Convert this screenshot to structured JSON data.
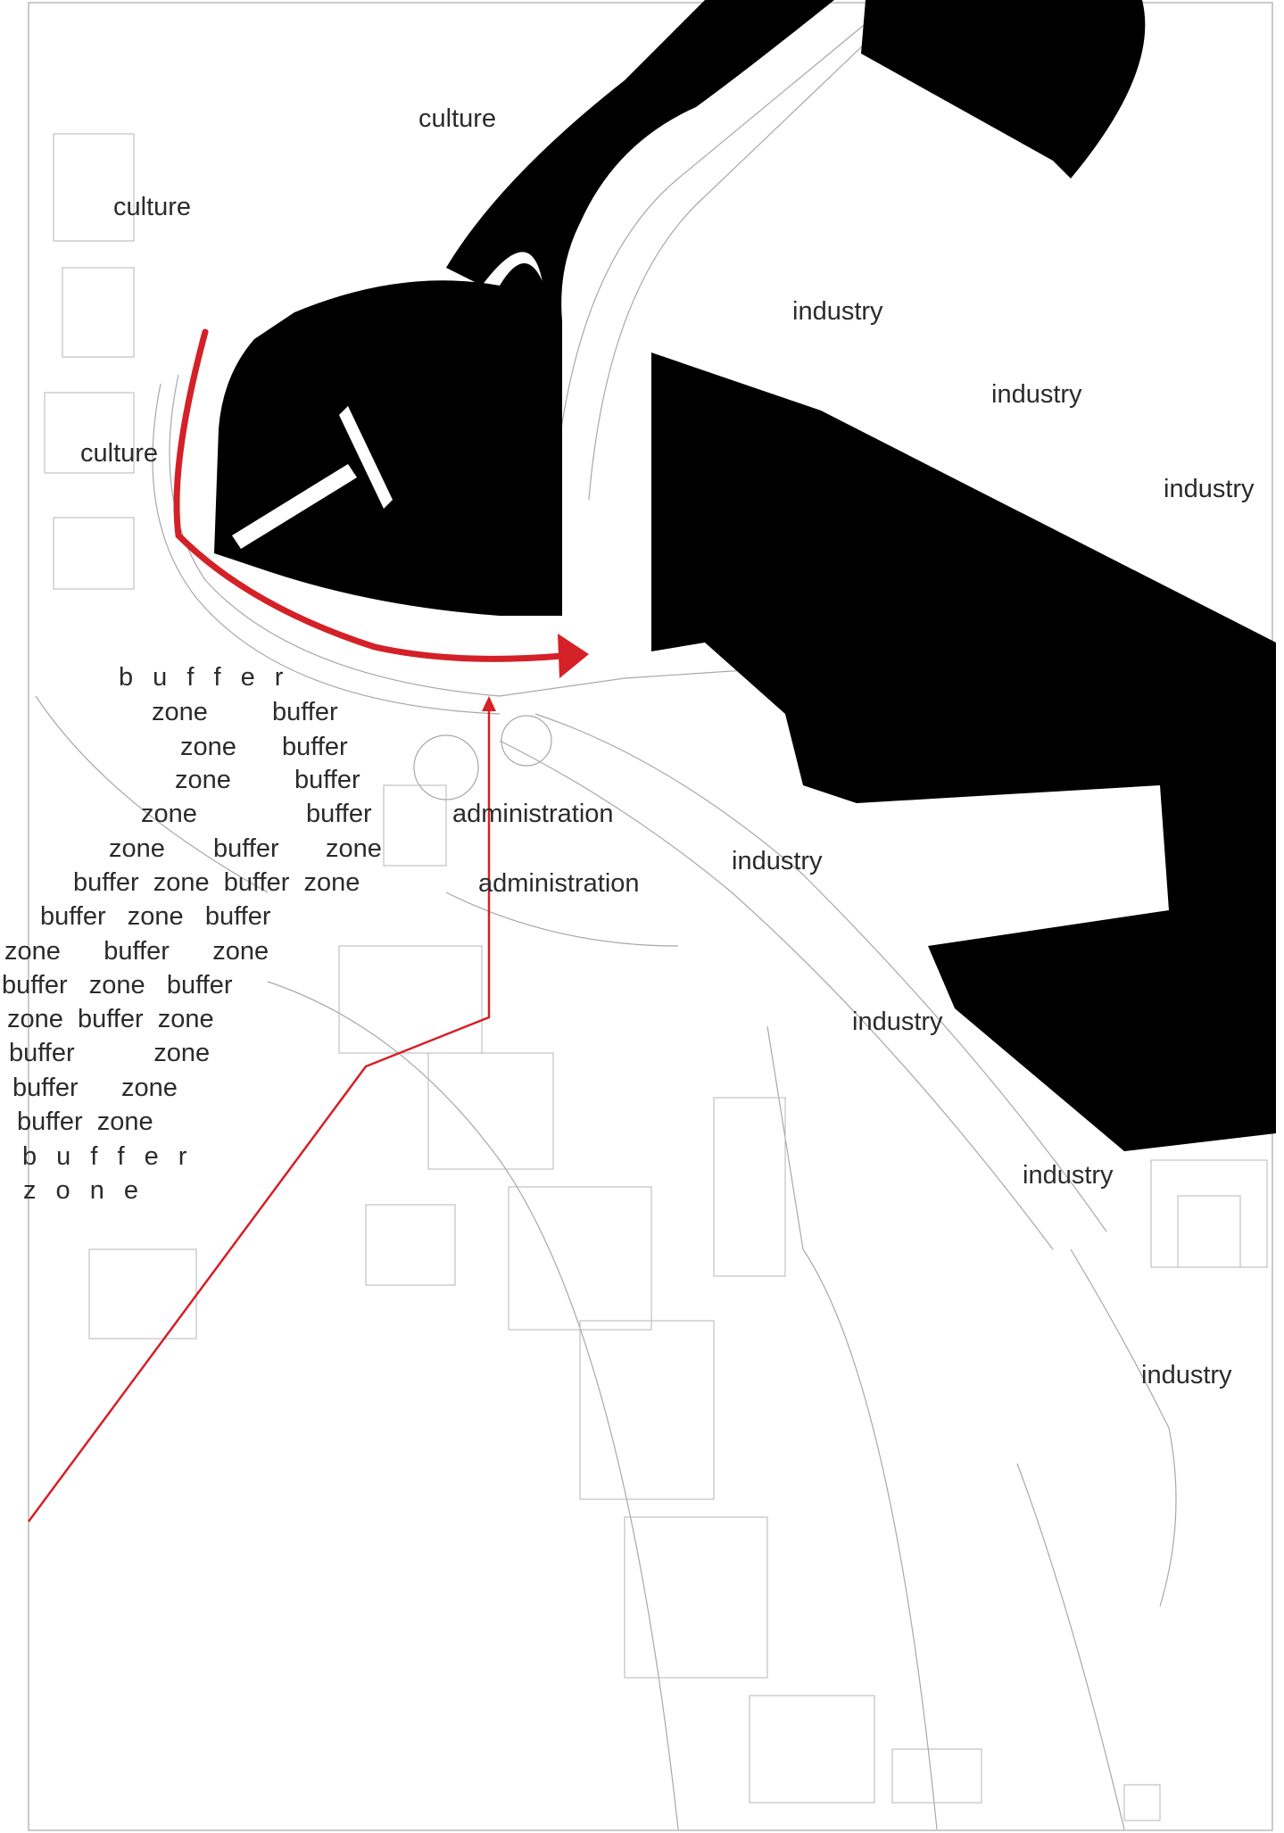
{
  "colors": {
    "water": "#000000",
    "route": "#d42027",
    "linework": "#9a9a9a",
    "background": "#ffffff",
    "label": "#2b2b2b"
  },
  "labels": {
    "culture": [
      "culture",
      "culture",
      "culture"
    ],
    "industry": [
      "industry",
      "industry",
      "industry",
      "industry",
      "industry",
      "industry",
      "industry"
    ],
    "administration": [
      "administration",
      "administration"
    ],
    "buffer_zone": [
      "b u f f e r",
      "zone",
      "buffer",
      "zone",
      "buffer",
      "zone",
      "buffer",
      "zone",
      "buffer",
      "zone",
      "buffer",
      "zone",
      "buffer  zone  buffer  zone",
      "buffer   zone   buffer",
      "zone      buffer      zone",
      "buffer   zone   buffer",
      "zone  buffer  zone",
      "buffer           zone",
      "buffer      zone",
      "buffer  zone",
      "b u f f e r",
      "z o n e"
    ]
  }
}
